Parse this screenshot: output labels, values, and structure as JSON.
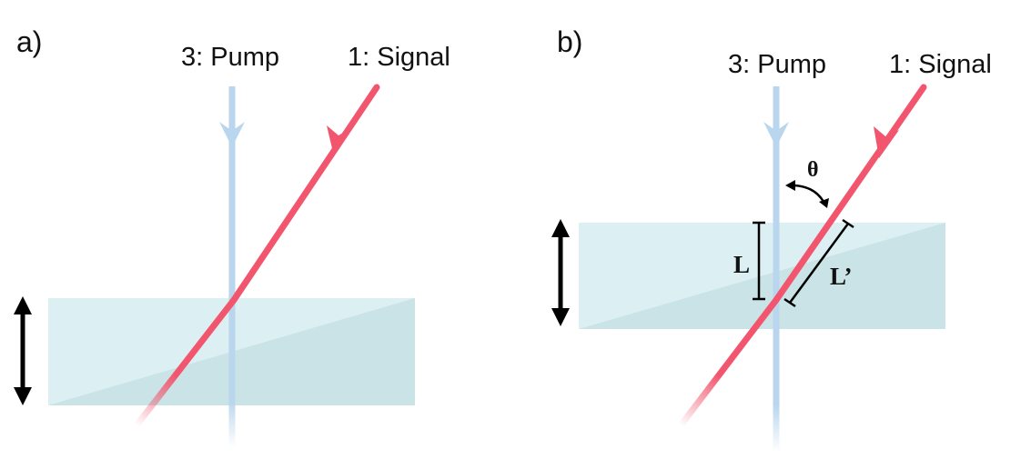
{
  "panel_a": {
    "label": "a)",
    "pump_label": "3: Pump",
    "signal_label": "1: Signal"
  },
  "panel_b": {
    "label": "b)",
    "pump_label": "3: Pump",
    "signal_label": "1: Signal",
    "angle_label": "θ",
    "length_label": "L",
    "path_length_label": "L’"
  },
  "colors": {
    "pump": "#b9d6ee",
    "signal": "#f2566e",
    "crystal_light": "#dceff3",
    "crystal_dark": "#c9e3e7",
    "arrow": "#000000"
  }
}
